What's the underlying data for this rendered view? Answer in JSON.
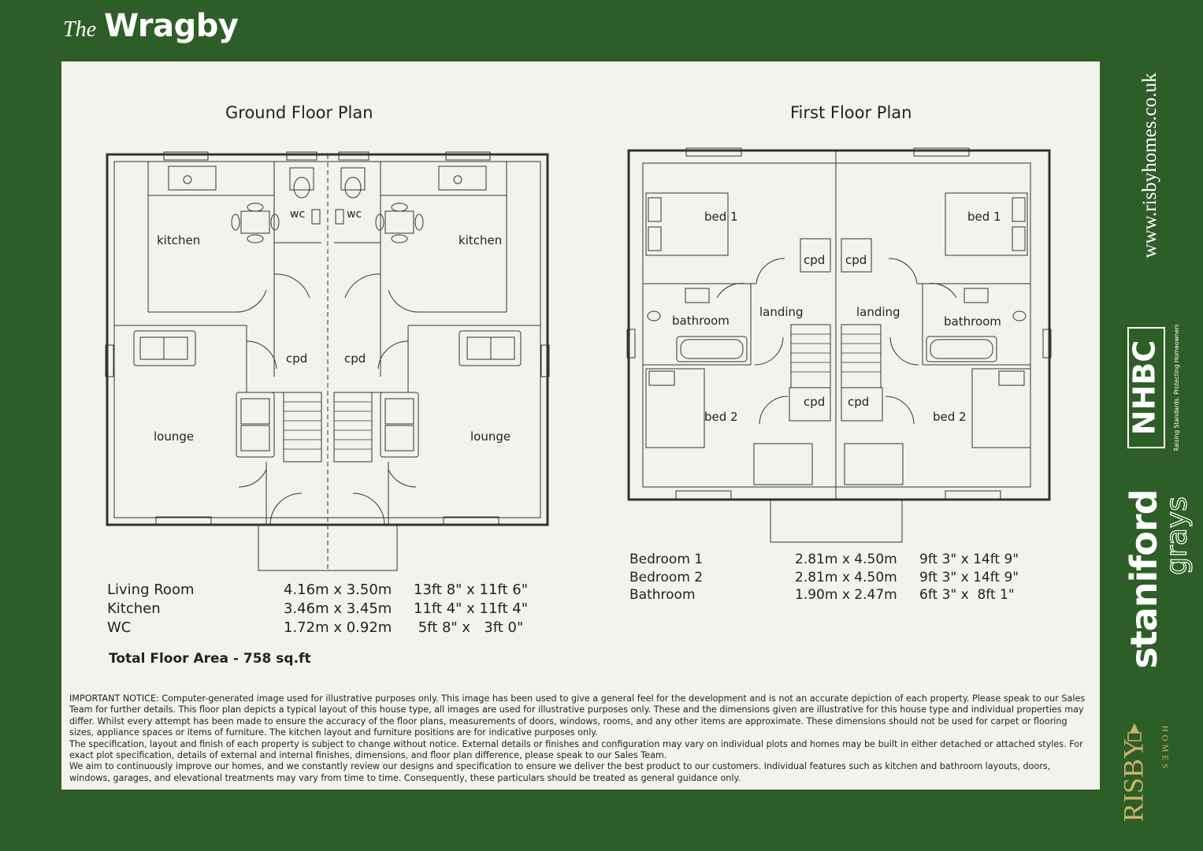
{
  "header": {
    "title_prefix": "The",
    "title": "Wragby"
  },
  "plans": {
    "ground_title": "Ground Floor Plan",
    "first_title": "First Floor Plan",
    "ground_labels": {
      "kitchen": "kitchen",
      "wc": "wc",
      "cpd": "cpd",
      "lounge": "lounge"
    },
    "first_labels": {
      "bed1": "bed 1",
      "bed2": "bed 2",
      "cpd": "cpd",
      "landing": "landing",
      "bathroom": "bathroom"
    }
  },
  "ground_rooms": [
    {
      "name": "Living Room",
      "metric": "4.16m x 3.50m",
      "imperial": "13ft 8\" x 11ft 6\""
    },
    {
      "name": "Kitchen",
      "metric": "3.46m x 3.45m",
      "imperial": "11ft 4\" x 11ft 4\""
    },
    {
      "name": "WC",
      "metric": "1.72m x 0.92m",
      "imperial": " 5ft 8\" x   3ft 0\""
    }
  ],
  "first_rooms": [
    {
      "name": "Bedroom 1",
      "metric": "2.81m x 4.50m",
      "imperial": "9ft 3\" x 14ft 9\""
    },
    {
      "name": "Bedroom 2",
      "metric": "2.81m x 4.50m",
      "imperial": "9ft 3\" x 14ft 9\""
    },
    {
      "name": "Bathroom",
      "metric": "1.90m x 2.47m",
      "imperial": "6ft 3\" x  8ft 1\""
    }
  ],
  "total_area": "Total Floor Area - 758 sq.ft",
  "notice": [
    "IMPORTANT NOTICE: Computer-generated image used for illustrative purposes only. This image has been used to give a general feel for the development and is not an accurate depiction of each property. Please speak to our Sales Team for further details. This floor plan depicts a typical layout of this house type, all images are used for illustrative purposes only. These and the dimensions given are illustrative for this house type and individual properties may differ. Whilst every attempt has been made to ensure the accuracy of the floor plans, measurements of doors, windows, rooms, and any other items are approximate. These dimensions should not be used for carpet or flooring sizes, appliance spaces or items of furniture. The kitchen layout and furniture positions are for indicative purposes only.",
    "The specification, layout and finish of each property is subject to change without notice. External details or finishes and configuration may vary on individual plots and homes may be built in either detached or attached styles. For exact plot specification, details of external and internal finishes, dimensions, and floor plan difference, please speak to our Sales Team.",
    "We aim to continuously improve our homes, and we constantly review our designs and specification to ensure we deliver the best product to our customers. Individual features such as kitchen and bathroom layouts, doors, windows, garages, and elevational treatments may vary from time to time. Consequently, these particulars should be treated as general guidance only."
  ],
  "sidebar": {
    "url": "www.risbyhomes.co.uk",
    "nhbc_logo": "NHBC",
    "nhbc_tagline": "Raising Standards. Protecting Homeowners",
    "brand1": "staniford",
    "brand2": "grays",
    "risby_logo": "RISBY",
    "risby_sub": "HOMES"
  },
  "colors": {
    "background": "#2e5e27",
    "panel": "#f3f3ee",
    "line": "#333333"
  }
}
